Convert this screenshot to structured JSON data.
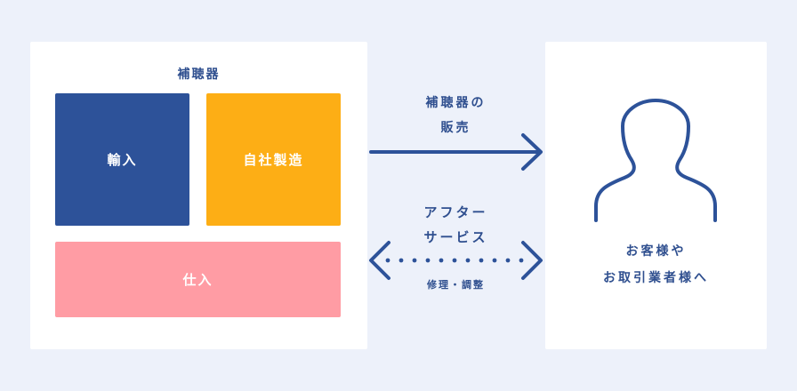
{
  "panel_title": "補聴器",
  "boxes": {
    "import": "輸入",
    "in_house": "自社製造",
    "purchase": "仕入"
  },
  "sales_arrow": {
    "line1": "補聴器の",
    "line2": "販売"
  },
  "service_arrow": {
    "line1": "アフター",
    "line2": "サービス",
    "sub": "修理・調整"
  },
  "customer": {
    "line1": "お客様や",
    "line2": "お取引業者様へ"
  },
  "icons": {
    "person": "person-icon",
    "sales_arrow": "arrow-right-icon",
    "service_arrow": "double-arrow-dotted-icon"
  },
  "colors": {
    "background": "#edf1fa",
    "navy": "#2d5299",
    "text_blue": "#2f4f8f",
    "orange": "#fdae15",
    "pink": "#ff9ca4"
  }
}
